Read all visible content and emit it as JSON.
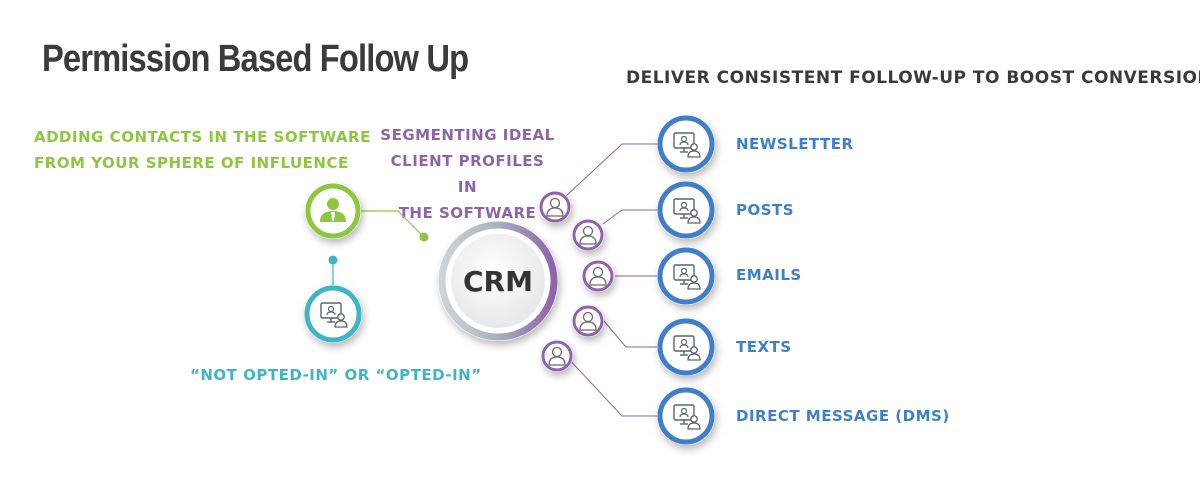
{
  "title": "Permission Based Follow Up",
  "subtitle": "Deliver consistent follow-up to boost conversion",
  "left_labels": {
    "adding_contacts": [
      "Adding contacts in the software",
      "from your sphere of influence"
    ],
    "opt_status": "“Not opted-in” or “opted-in”"
  },
  "segmenting_label": [
    "Segmenting ideal",
    "client profiles in",
    "the software"
  ],
  "hub_label": "CRM",
  "outputs": [
    {
      "label": "Newsletter",
      "icon": "monitor-person-icon"
    },
    {
      "label": "Posts",
      "icon": "monitor-person-icon"
    },
    {
      "label": "Emails",
      "icon": "monitor-person-icon"
    },
    {
      "label": "Texts",
      "icon": "monitor-person-icon"
    },
    {
      "label": "Direct Message (DMs)",
      "icon": "monitor-person-icon"
    }
  ],
  "colors": {
    "green": "#8dc63f",
    "teal": "#3fb4c7",
    "purple": "#8e63a8",
    "blue": "#3f7fc7"
  }
}
